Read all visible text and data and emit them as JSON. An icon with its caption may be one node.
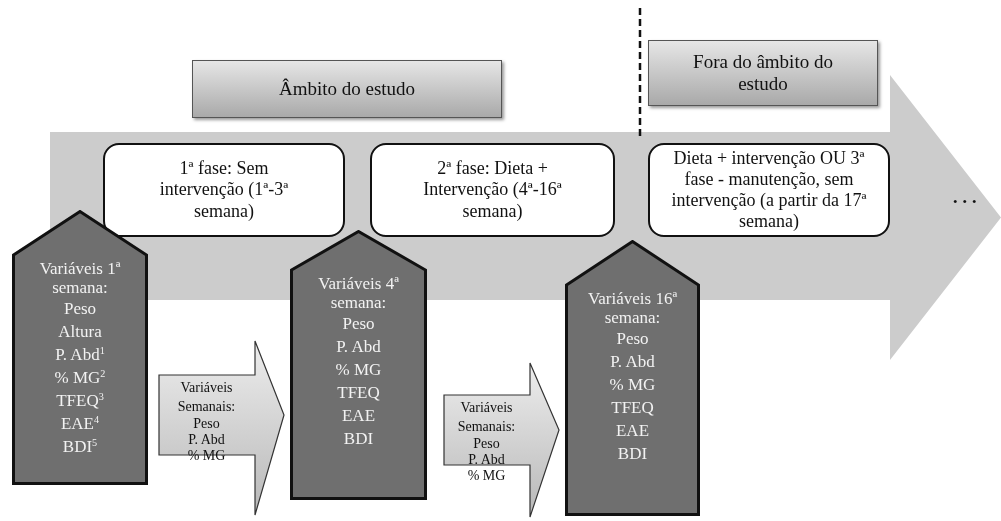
{
  "diagram": {
    "nodes": [
      {
        "text": [
          "Âmbito do estudo"
        ]
      },
      {
        "text": [
          "Fora do âmbito do estudo"
        ]
      },
      {
        "text": [],
        "shape": "arrow"
      },
      {
        "text": [
          "1ª fase: Sem intervenção (1ª-3ª semana)"
        ],
        "in": 2
      },
      {
        "text": [
          "2ª fase: Dieta + Intervenção (4ª-16ª semana)"
        ],
        "in": 2
      },
      {
        "text": [
          "Dieta + intervenção OU 3ª fase - manutenção, sem intervenção (a partir da 17ª semana)"
        ],
        "in": 2
      },
      {
        "text": [
          "Variáveis 1ª semana:",
          "Peso",
          "Altura",
          "P. Abd$^{1}$",
          "%  MG$^{2}$",
          "TFEQ$^{3}$",
          "EAE$^{4}$",
          "BDI$^{5}$"
        ]
      },
      {
        "text": [
          "Variáveis Semanais:",
          "Peso",
          "P. Abd",
          "% MG"
        ]
      },
      {
        "text": [
          "Variáveis 4ª semana:",
          "Peso",
          "P. Abd",
          "%  MG",
          "TFEQ",
          "EAE",
          "BDI"
        ]
      },
      {
        "text": [
          "Variáveis Semanais:",
          "Peso",
          "P. Abd",
          "% MG"
        ]
      },
      {
        "text": [
          "Variáveis 16ª semana:",
          "Peso",
          "P. Abd",
          "% MG",
          "TFEQ",
          "EAE",
          "BDI"
        ]
      }
    ],
    "labels": [
      "..."
    ]
  }
}
